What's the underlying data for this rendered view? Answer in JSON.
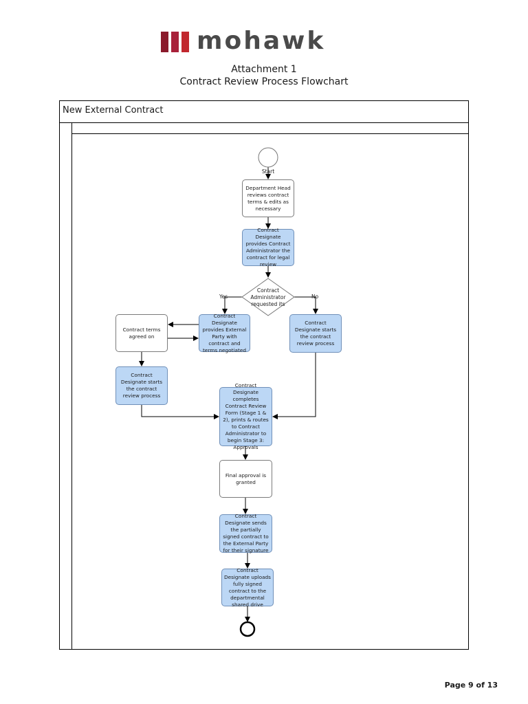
{
  "header": {
    "logo_text": "mohawk",
    "logo_colors": [
      "#8b1a2b",
      "#a8213a",
      "#c1282e"
    ],
    "attachment": "Attachment 1",
    "title": "Contract Review Process Flowchart"
  },
  "lane": {
    "title": "New External Contract"
  },
  "flow": {
    "start_label": "Start",
    "step_dept_head": "Department Head reviews contract terms & edits as necessary",
    "step_provides_admin": "Contract Designate provides Contract Administrator the contract for legal review",
    "decision": "Contract Administrator requested its",
    "yes_label": "Yes",
    "no_label": "No",
    "step_provides_external": "Contract Designate provides External Party with contract and terms negotiated",
    "step_terms_agreed": "Contract terms agreed on",
    "step_starts_left": "Contract Designate starts the contract review process",
    "step_starts_right": "Contract Designate starts the contract review process",
    "step_completes_form": "Contract Designate completes Contract Review Form (Stage 1 & 2), prints & routes to Contract Administrator to begin Stage 3: Approvals",
    "step_final_approval": "Final approval is granted",
    "step_sends_signed": "Contract Designate sends the partially signed contract to the External Party for their signature",
    "step_uploads": "Contract Designate uploads fully signed contract to the departmental shared drive"
  },
  "colors": {
    "process_fill": "#bcd7f5",
    "process_border": "#6f8fb8"
  },
  "footer": {
    "page_label": "Page 9 of 13"
  }
}
